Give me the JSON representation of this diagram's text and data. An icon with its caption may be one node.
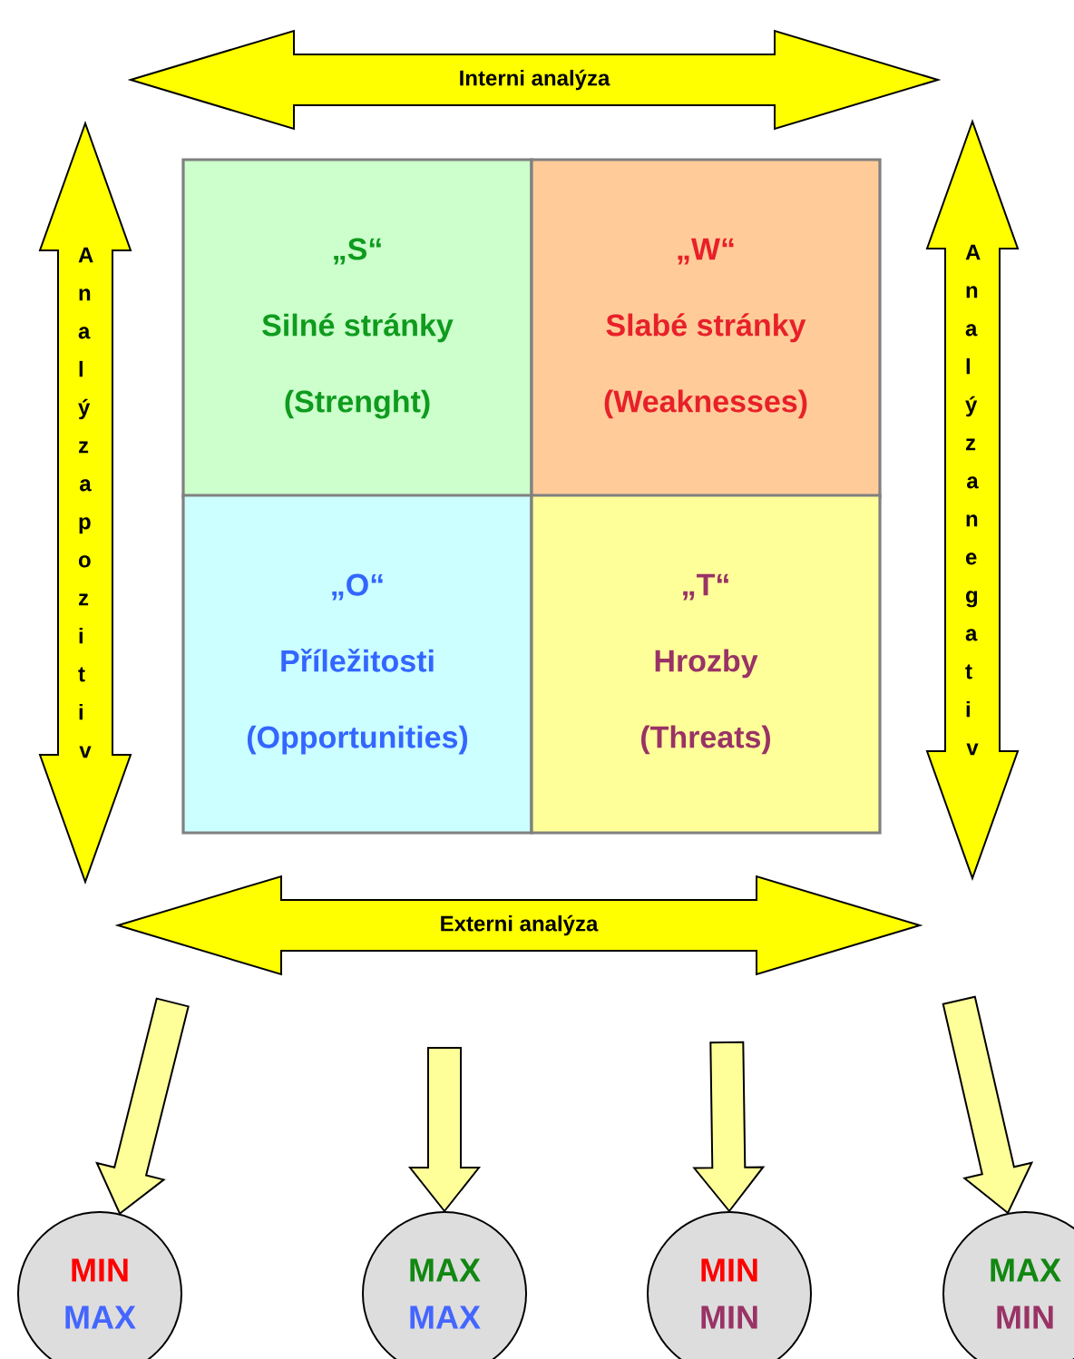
{
  "diagram": {
    "nodes": [
      {
        "text": [
          "Interni analýza"
        ]
      },
      {
        "text": [
          "Analýza pozitiv"
        ]
      },
      {
        "text": [
          "„S“",
          "Silné stránky",
          "(Strenght)"
        ]
      },
      {
        "text": [
          "„W“",
          "Slabé stránky",
          "(Weaknesses)"
        ]
      },
      {
        "text": [
          "Analýza negativ"
        ]
      },
      {
        "text": [
          "„O“",
          "Příležitosti",
          "(Opportunities)"
        ]
      },
      {
        "text": [
          "„T“",
          "Hrozby",
          "(Threats)"
        ]
      },
      {
        "text": [
          "Externi analýza"
        ]
      },
      {
        "text": [
          "MIN",
          "MAX"
        ]
      },
      {
        "text": [
          "MAX",
          "MAX"
        ]
      },
      {
        "text": [
          "MIN",
          "MIN"
        ]
      },
      {
        "text": [
          "MAX",
          "MIN"
        ]
      }
    ],
    "edges": [
      {
        "from": null,
        "to": 8,
        "arrow": "to"
      },
      {
        "from": null,
        "to": 9,
        "arrow": "to"
      },
      {
        "from": null,
        "to": 10,
        "arrow": "to"
      },
      {
        "from": null,
        "to": 11,
        "arrow": "to"
      }
    ]
  }
}
